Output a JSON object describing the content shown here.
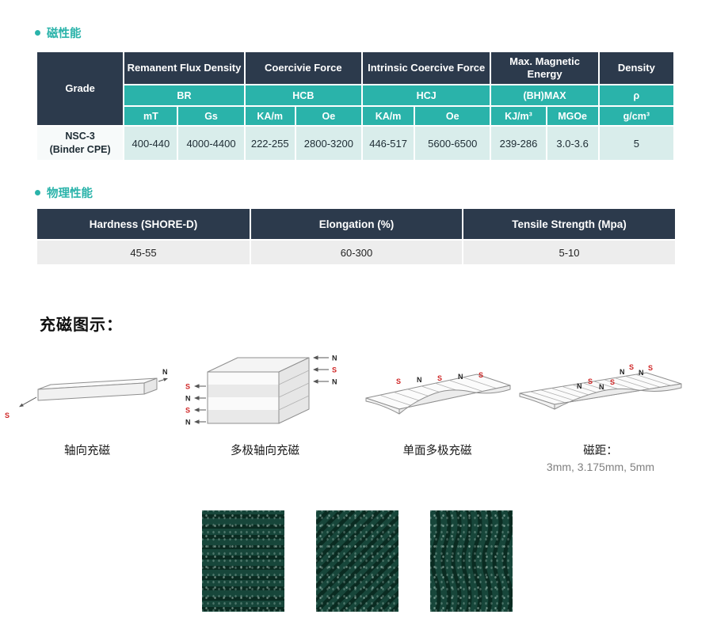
{
  "magnetic": {
    "section_title": "磁性能",
    "grade_header": "Grade",
    "groups": [
      "Remanent Flux Density",
      "Coercivie Force",
      "Intrinsic Coercive Force",
      "Max. Magnetic Energy",
      "Density"
    ],
    "subs": [
      "BR",
      "HCB",
      "HCJ",
      "(BH)MAX",
      "ρ"
    ],
    "units": [
      "mT",
      "Gs",
      "KA/m",
      "Oe",
      "KA/m",
      "Oe",
      "KJ/m³",
      "MGOe",
      "g/cm³"
    ],
    "grade_line1": "NSC-3",
    "grade_line2": "(Binder CPE)",
    "values": [
      "400-440",
      "4000-4400",
      "222-255",
      "2800-3200",
      "446-517",
      "5600-6500",
      "239-286",
      "3.0-3.6",
      "5"
    ]
  },
  "physical": {
    "section_title": "物理性能",
    "headers": [
      "Hardness (SHORE-D)",
      "Elongation (%)",
      "Tensile Strength (Mpa)"
    ],
    "values": [
      "45-55",
      "60-300",
      "5-10"
    ]
  },
  "magnetization": {
    "title": "充磁图示：",
    "d1": {
      "label": "轴向充磁",
      "n": "N",
      "s": "S"
    },
    "d2": {
      "label": "多极轴向充磁",
      "right": [
        "N",
        "S",
        "N"
      ],
      "left": [
        "S",
        "N",
        "S",
        "N"
      ]
    },
    "d3": {
      "label": "单面多极充磁",
      "poles": [
        "S",
        "N",
        "S",
        "N",
        "S"
      ]
    },
    "d4": {
      "label": "磁距：",
      "sublabel": "3mm, 3.175mm, 5mm",
      "poles": [
        "N",
        "S",
        "N",
        "S",
        "N",
        "S",
        "N",
        "S"
      ]
    }
  },
  "colors": {
    "header_navy": "#2c3a4c",
    "teal": "#2ab3aa",
    "row_light_teal": "#d9edeb",
    "row_light_gray": "#ededed",
    "pole_s_red": "#cf2525",
    "sample_green": "#17463a"
  }
}
